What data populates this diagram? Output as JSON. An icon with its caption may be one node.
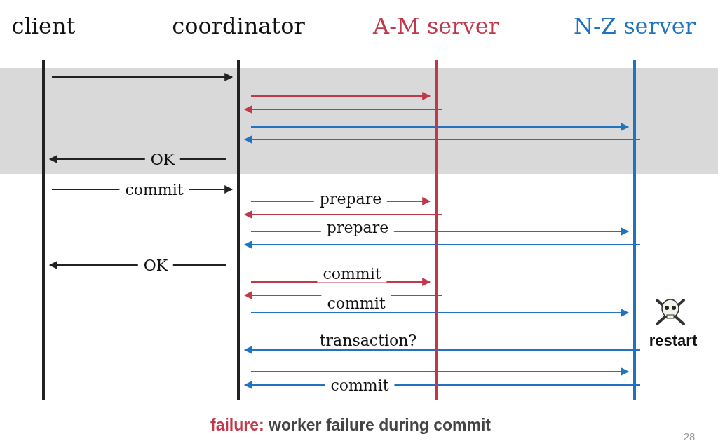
{
  "diagram": {
    "caption": "failure: worker failure during commit",
    "nodes": [
      {
        "text": [
          "client"
        ]
      },
      {
        "text": [
          "coordinator"
        ]
      },
      {
        "text": [
          "A-M server"
        ]
      },
      {
        "text": [
          "N-Z server"
        ]
      }
    ],
    "edges": [
      {
        "from": 0,
        "to": 1,
        "arrow": "to",
        "color": "#222222"
      },
      {
        "from": 1,
        "to": 2,
        "arrow": "to",
        "color": "#c0394b"
      },
      {
        "from": 2,
        "to": 1,
        "arrow": "to",
        "color": "#c0394b"
      },
      {
        "from": 1,
        "to": 3,
        "arrow": "to",
        "color": "#1f73c0"
      },
      {
        "from": 3,
        "to": 1,
        "arrow": "to",
        "color": "#1f73c0"
      },
      {
        "from": 1,
        "to": 0,
        "arrow": "to",
        "label": "OK",
        "color": "#222222"
      },
      {
        "from": 0,
        "to": 1,
        "arrow": "to",
        "label": "commit",
        "color": "#222222"
      },
      {
        "from": 1,
        "to": 2,
        "arrow": "to",
        "label": "prepare",
        "color": "#c0394b"
      },
      {
        "from": 2,
        "to": 1,
        "arrow": "to",
        "color": "#c0394b"
      },
      {
        "from": 1,
        "to": 3,
        "arrow": "to",
        "label": "prepare",
        "color": "#1f73c0"
      },
      {
        "from": 3,
        "to": 1,
        "arrow": "to",
        "color": "#1f73c0"
      },
      {
        "from": 1,
        "to": 0,
        "arrow": "to",
        "label": "OK",
        "color": "#222222"
      },
      {
        "from": 1,
        "to": 2,
        "arrow": "to",
        "label": "commit",
        "color": "#c0394b"
      },
      {
        "from": 2,
        "to": 1,
        "arrow": "to",
        "color": "#c0394b"
      },
      {
        "from": 1,
        "to": 3,
        "arrow": "to",
        "label": "commit",
        "color": "#1f73c0"
      },
      {
        "from": 3,
        "to": 1,
        "arrow": "to",
        "label": "transaction?",
        "color": "#1f73c0"
      },
      {
        "from": 1,
        "to": 3,
        "arrow": "to",
        "color": "#1f73c0"
      },
      {
        "from": 3,
        "to": 1,
        "arrow": "to",
        "label": "commit",
        "color": "#1f73c0"
      }
    ],
    "labels": [
      "restart",
      "28"
    ]
  }
}
